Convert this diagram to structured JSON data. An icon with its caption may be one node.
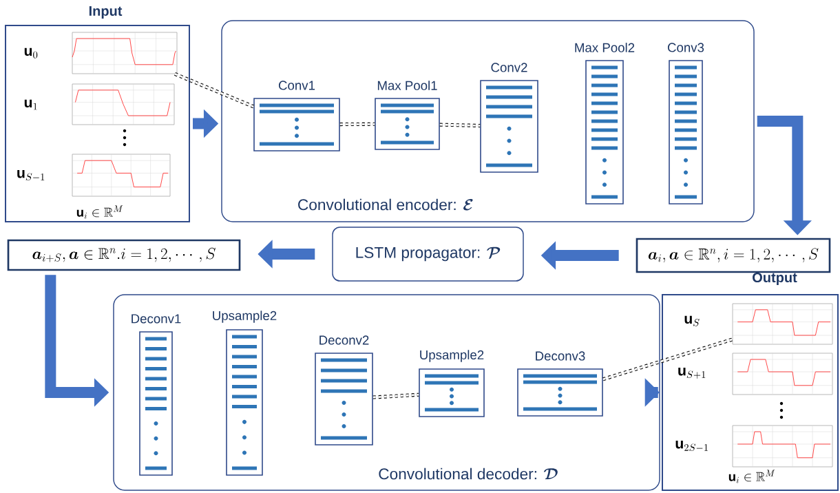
{
  "diagram": {
    "nodes": [
      {
        "text": [
          "Input",
          "\\mathbf{u}_i \\in \\mathbb{R}^M"
        ]
      },
      {
        "text": [],
        "shape": "picture",
        "in": 0,
        "beside": [
          "\\mathbf{u}_0"
        ]
      },
      {
        "text": [],
        "shape": "picture",
        "in": 0,
        "beside": [
          "\\mathbf{u}_1"
        ]
      },
      {
        "text": [],
        "shape": "picture",
        "in": 0,
        "beside": [
          "\\mathbf{u}_{S-1}"
        ]
      },
      {
        "text": [
          "Convolutional encoder:",
          "\\boldsymbol{\\mathcal{E}}"
        ]
      },
      {
        "text": [
          "Conv1"
        ],
        "in": 4
      },
      {
        "text": [
          "Max Pool1"
        ],
        "in": 4
      },
      {
        "text": [
          "Conv2"
        ],
        "in": 4
      },
      {
        "text": [
          "Max Pool2"
        ],
        "in": 4
      },
      {
        "text": [
          "Conv3"
        ],
        "in": 4
      },
      {
        "text": [
          "\\boldsymbol{a}_{i}, \\boldsymbol{a} \\in \\mathbb{R}^n, i = 1, 2, \\cdots, S"
        ]
      },
      {
        "text": [
          "LSTM propagator:",
          "\\boldsymbol{\\mathcal{P}}"
        ]
      },
      {
        "text": [
          "\\boldsymbol{a}_{i+S}, \\boldsymbol{a} \\in \\mathbb{R}^n. i = 1, 2, \\cdots, S"
        ]
      },
      {
        "text": [
          "Convolutional decoder:",
          "\\boldsymbol{\\mathcal{D}}"
        ]
      },
      {
        "text": [
          "Deconv1"
        ],
        "in": 13
      },
      {
        "text": [
          "Upsample2"
        ],
        "in": 13
      },
      {
        "text": [
          "Deconv2"
        ],
        "in": 13
      },
      {
        "text": [
          "Upsample2"
        ],
        "in": 13
      },
      {
        "text": [
          "Deconv3"
        ],
        "in": 13
      },
      {
        "text": [
          "Output",
          "\\mathbf{u}_i \\in \\mathbb{R}^M"
        ]
      },
      {
        "text": [],
        "shape": "picture",
        "in": 19,
        "beside": [
          "\\mathbf{u}_S"
        ]
      },
      {
        "text": [],
        "shape": "picture",
        "in": 19,
        "beside": [
          "\\mathbf{u}_{S+1}"
        ]
      },
      {
        "text": [],
        "shape": "picture",
        "in": 19,
        "beside": [
          "\\mathbf{u}_{2S-1}"
        ]
      }
    ],
    "edges": [
      {
        "from": 0,
        "to": 4,
        "arrow": "to"
      },
      {
        "from": 4,
        "to": 10,
        "arrow": "to"
      },
      {
        "from": 10,
        "to": 11,
        "arrow": "to"
      },
      {
        "from": 11,
        "to": 12,
        "arrow": "to"
      },
      {
        "from": 12,
        "to": 13,
        "arrow": "to"
      },
      {
        "from": 13,
        "to": 19,
        "arrow": "to"
      },
      {
        "from": 1,
        "to": 5,
        "arrow": "none",
        "style": "dashed",
        "color": "#000000"
      },
      {
        "from": 5,
        "to": 6,
        "arrow": "none",
        "style": "dashed",
        "color": "#000000"
      },
      {
        "from": 6,
        "to": 7,
        "arrow": "none",
        "style": "dashed",
        "color": "#000000"
      },
      {
        "from": 16,
        "to": 17,
        "arrow": "none",
        "style": "dashed",
        "color": "#000000"
      },
      {
        "from": 18,
        "to": 20,
        "arrow": "none",
        "style": "dashed",
        "color": "#000000"
      }
    ]
  }
}
